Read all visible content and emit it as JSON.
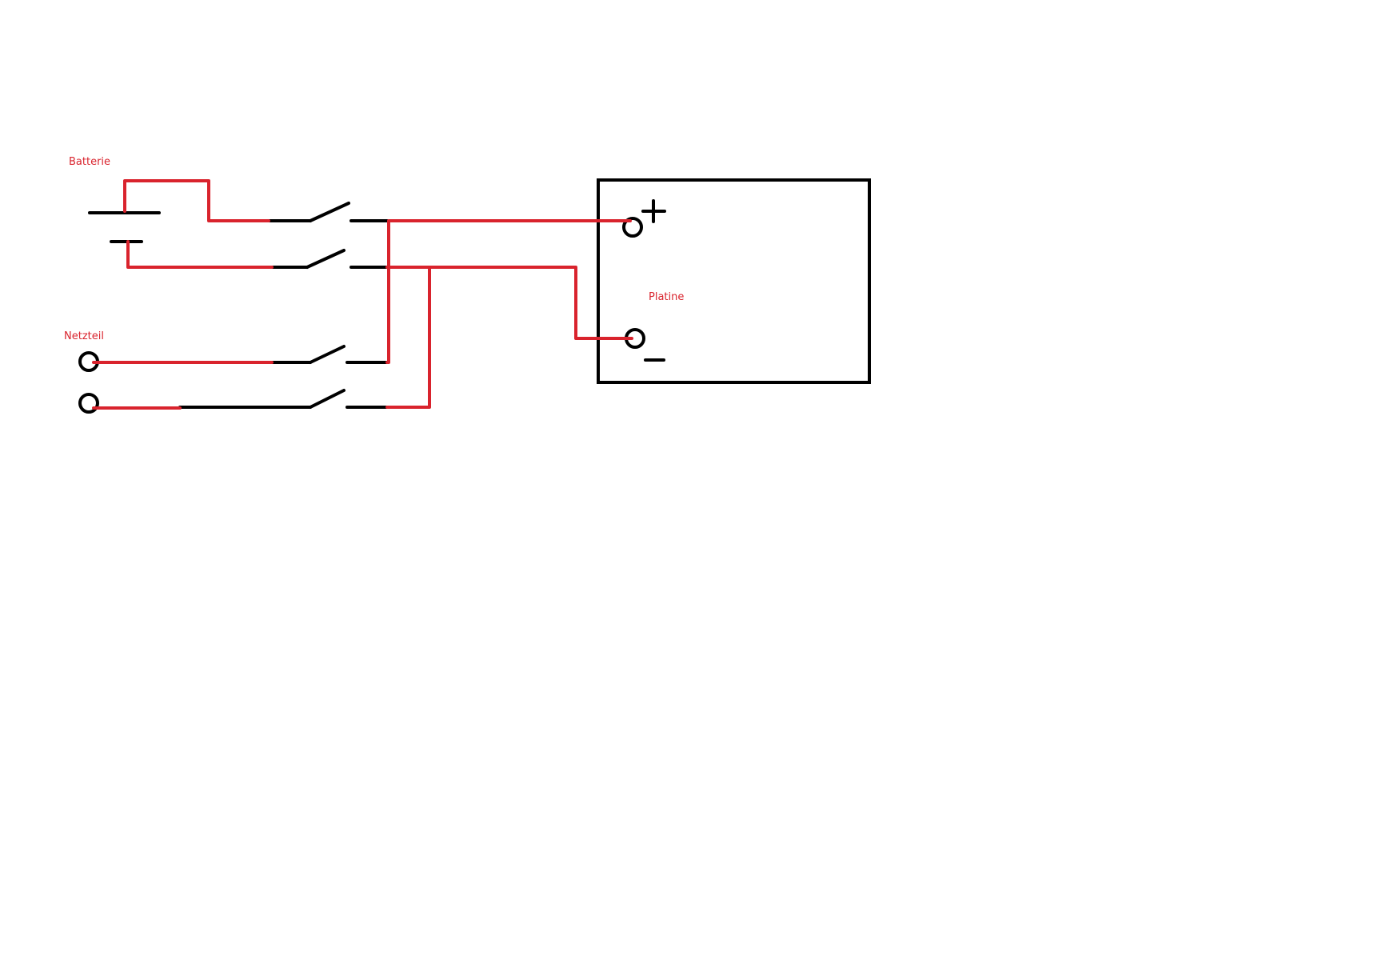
{
  "labels": {
    "battery": "Batterie",
    "power_supply": "Netzteil",
    "board": "Platine",
    "plus_sign": "+",
    "minus_sign": "–"
  },
  "colors": {
    "background": "#ffffff",
    "wire": "#d9232d",
    "symbol": "#000000",
    "label_text": "#d9232d"
  }
}
